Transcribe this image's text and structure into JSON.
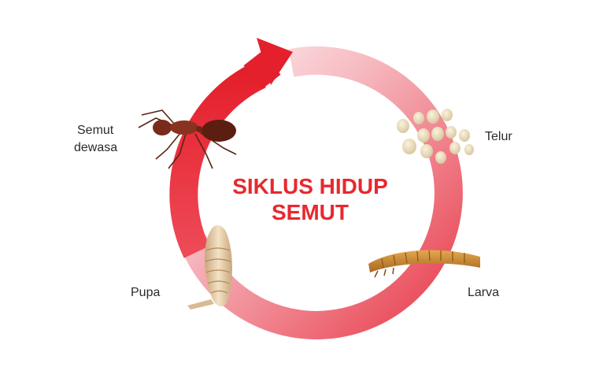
{
  "diagram": {
    "title_line1": "SIKLUS HIDUP",
    "title_line2": "SEMUT",
    "stages": {
      "adult_line1": "Semut",
      "adult_line2": "dewasa",
      "egg": "Telur",
      "larva": "Larva",
      "pupa": "Pupa"
    },
    "colors": {
      "accent": "#e8282f",
      "ring_light": "#fbe3e5",
      "ring_dark": "#e52530"
    }
  }
}
